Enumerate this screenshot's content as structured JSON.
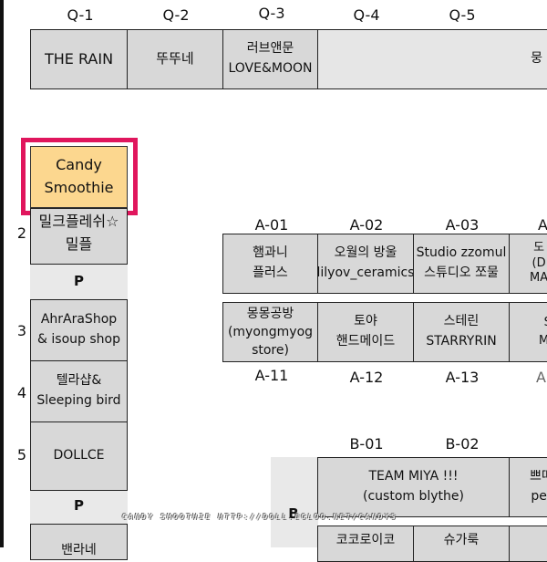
{
  "q_row": {
    "labels": [
      "Q-1",
      "Q-2",
      "Q-3",
      "Q-4",
      "Q-5"
    ],
    "booths": [
      "THE RAIN",
      "뚜뚜네",
      "러브앤문\nLOVE&MOON",
      "뭉"
    ]
  },
  "left_column": {
    "highlight": "Candy\nSmoothie",
    "row_numbers": [
      "2",
      "3",
      "4",
      "5"
    ],
    "booths": [
      "밀크플레쉬☆\n밀플",
      "AhrAraShop\n& isoup shop",
      "텔라샵&\nSleeping bird",
      "DOLLCE",
      "밴라네"
    ],
    "p_labels": [
      "P",
      "P"
    ]
  },
  "a_row": {
    "top_labels": [
      "A-01",
      "A-02",
      "A-03",
      "A"
    ],
    "top_booths": [
      "햄과니\n플러스",
      "오월의 방울\nlilyov_ceramics",
      "Studio zzomul\n스튜디오 쪼물",
      "도\n(D\nMA"
    ],
    "bottom_booths": [
      "몽몽공방\n(myongmyog\nstore)",
      "토야\n핸드메이드",
      "스테린\nSTARRYRIN",
      "S\nME"
    ],
    "bottom_labels": [
      "A-11",
      "A-12",
      "A-13"
    ]
  },
  "b_row": {
    "labels": [
      "B-01",
      "B-02"
    ],
    "booths": [
      "TEAM MIYA !!!\n(custom blythe)",
      "쁘띠\npet"
    ],
    "bottom_booths": [
      "코코로이코",
      "슈가룩"
    ],
    "side_label": "B"
  },
  "watermark": "CANDY SMOOTHIE HTTP://DOLL.EGLOO.NET/CANDYS"
}
